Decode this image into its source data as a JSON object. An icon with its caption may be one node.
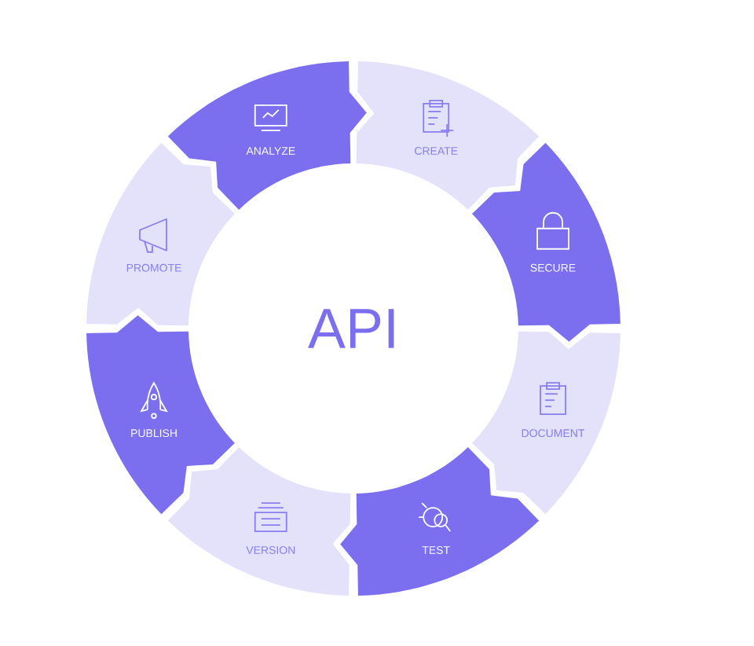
{
  "diagram": {
    "nodes": [
      {
        "text": [
          "ANALYZE"
        ]
      },
      {
        "text": [
          "CREATE"
        ]
      },
      {
        "text": [
          "SECURE"
        ]
      },
      {
        "text": [
          "DOCUMENT"
        ]
      },
      {
        "text": [
          "TEST"
        ]
      },
      {
        "text": [
          "VERSION"
        ]
      },
      {
        "text": [
          "PUBLISH"
        ]
      },
      {
        "text": [
          "PROMOTE"
        ]
      }
    ],
    "labels": [
      "API"
    ]
  }
}
